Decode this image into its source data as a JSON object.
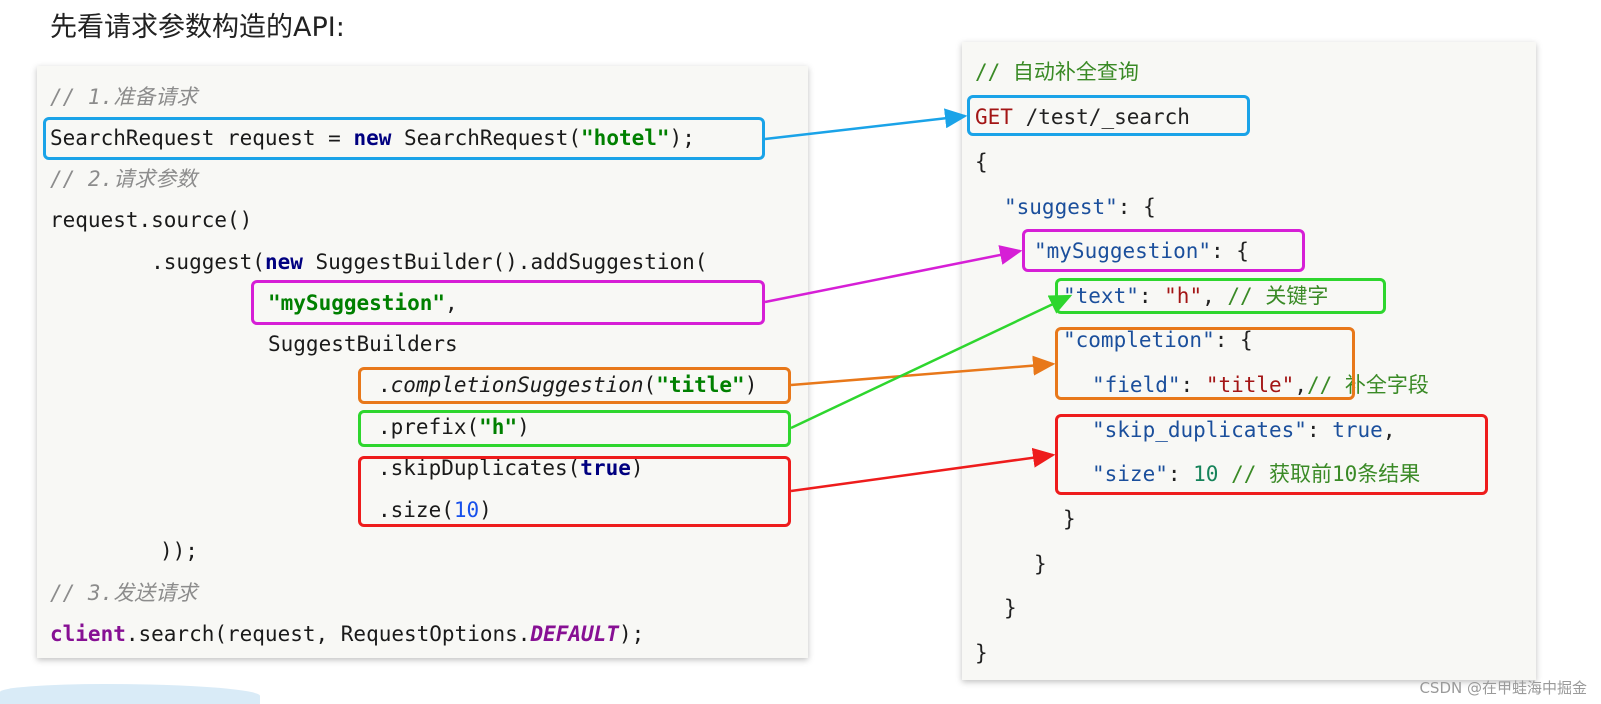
{
  "heading": "先看请求参数构造的API:",
  "left_code": {
    "c1": "// 1.准备请求",
    "l1_a": "SearchRequest request = ",
    "l1_kw": "new",
    "l1_b": " SearchRequest(",
    "l1_str": "\"hotel\"",
    "l1_c": ");",
    "c2": "// 2.请求参数",
    "l2": "request.source()",
    "l3_a": "        .suggest(",
    "l3_kw": "new",
    "l3_b": " SuggestBuilder().addSuggestion(",
    "l4_str": "\"mySuggestion\"",
    "l4_b": ",",
    "l5": "SuggestBuilders",
    "l6_a": ".",
    "l6_it": "completionSuggestion",
    "l6_b": "(",
    "l6_str": "\"title\"",
    "l6_c": ")",
    "l7_a": ".prefix(",
    "l7_str": "\"h\"",
    "l7_b": ")",
    "l8_a": ".skipDuplicates(",
    "l8_kw": "true",
    "l8_b": ")",
    "l9_a": ".size(",
    "l9_num": "10",
    "l9_b": ")",
    "l10": "));",
    "c3": "// 3.发送请求",
    "l11_pur": "client",
    "l11_a": ".search(request, RequestOptions.",
    "l11_it": "DEFAULT",
    "l11_b": ");"
  },
  "right_code": {
    "c1": "// 自动补全查询",
    "get": "GET",
    "path": " /test/_search",
    "open": "{",
    "suggest_key": "\"suggest\"",
    "suggest_rest": ": {",
    "mys_key": "\"mySuggestion\"",
    "mys_rest": ": {",
    "text_key": "\"text\"",
    "text_colon": ": ",
    "text_val": "\"h\"",
    "text_rest": ", ",
    "text_cmt": "// 关键字",
    "comp_key": "\"completion\"",
    "comp_rest": ": {",
    "field_key": "\"field\"",
    "field_colon": ": ",
    "field_val": "\"title\"",
    "field_rest": ",",
    "field_cmt": "// 补全字段",
    "skip_key": "\"skip_duplicates\"",
    "skip_colon": ": ",
    "skip_val": "true",
    "skip_rest": ",",
    "size_key": "\"size\"",
    "size_colon": ": ",
    "size_val": "10",
    "size_cmt": " // 获取前10条结果",
    "close1": "}",
    "close2": "}",
    "close3": "}",
    "close4": "}"
  },
  "watermark": "CSDN @在甲蛙海中掘金",
  "colors": {
    "blue_box": "#1aa3e8",
    "magenta_box": "#d61fd6",
    "green_box": "#2ed62e",
    "orange_box": "#e8781a",
    "red_box": "#ee1c1c"
  }
}
